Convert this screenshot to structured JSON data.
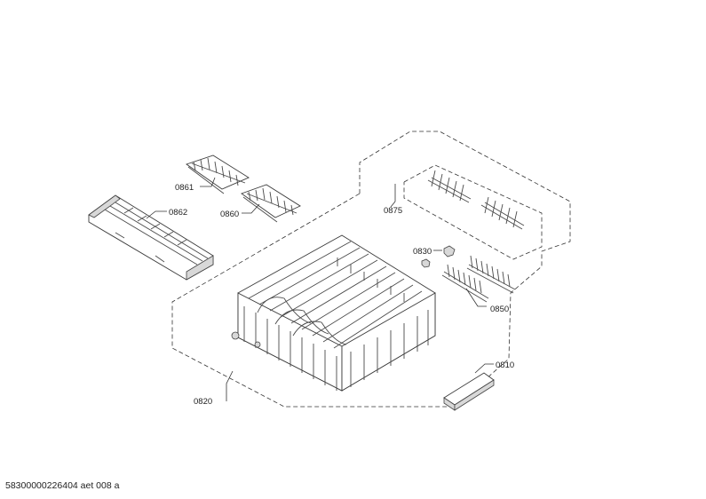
{
  "parts": [
    {
      "id": "p0861",
      "label": "0861"
    },
    {
      "id": "p0860",
      "label": "0860"
    },
    {
      "id": "p0862",
      "label": "0862"
    },
    {
      "id": "p0875",
      "label": "0875"
    },
    {
      "id": "p0830",
      "label": "0830"
    },
    {
      "id": "p0850",
      "label": "0850"
    },
    {
      "id": "p0810",
      "label": "0810"
    },
    {
      "id": "p0820",
      "label": "0820"
    }
  ],
  "footer": {
    "code": "58300000226404 aet 008 a"
  }
}
